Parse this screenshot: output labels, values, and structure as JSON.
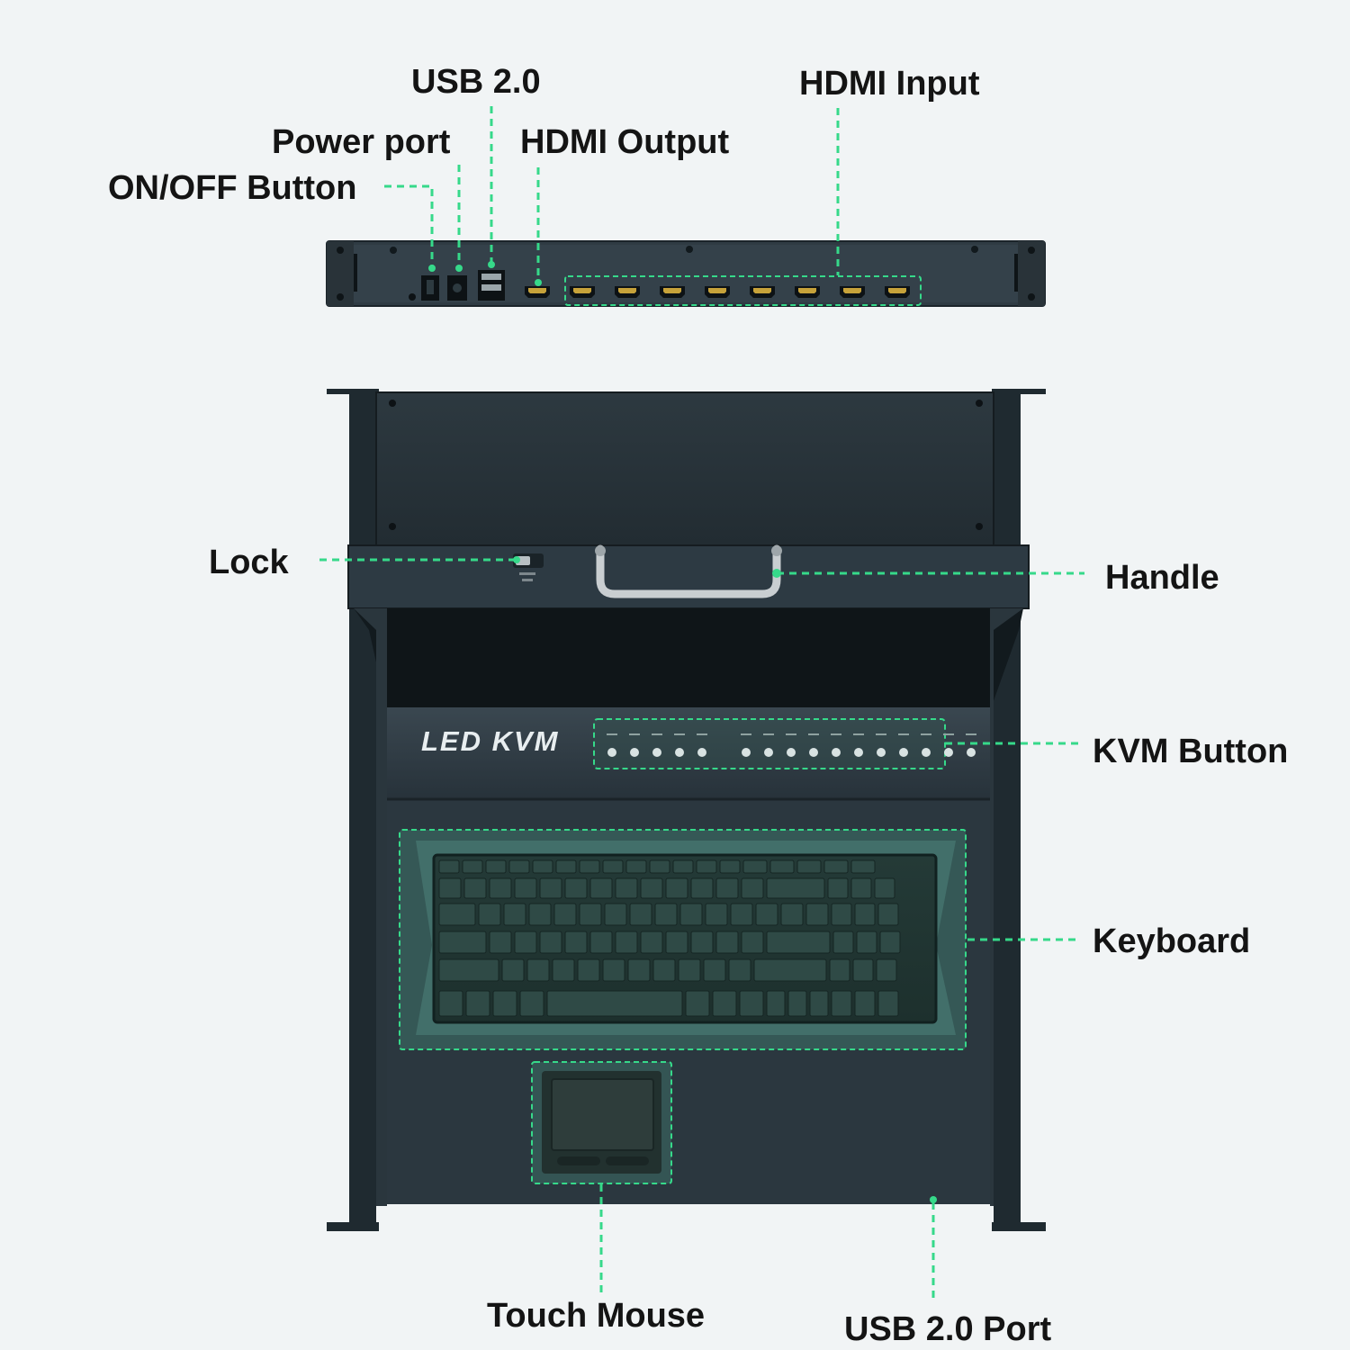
{
  "labels": {
    "usb20": "USB 2.0",
    "hdmi_input": "HDMI Input",
    "power_port": "Power port",
    "hdmi_output": "HDMI Output",
    "onoff_button": "ON/OFF Button",
    "lock": "Lock",
    "handle": "Handle",
    "kvm_button": "KVM Button",
    "keyboard": "Keyboard",
    "touch_mouse": "Touch Mouse",
    "usb_port": "USB 2.0 Port"
  },
  "device": {
    "brand_text": "LED  KVM",
    "hdmi_input_count": 8,
    "kvm_led_count": 16
  },
  "colors": {
    "callout": "#36d98a",
    "chassis": "#2e3a42",
    "chassis_dark": "#1c252b",
    "highlight": "#3f7d72",
    "background": "#f1f4f5"
  }
}
